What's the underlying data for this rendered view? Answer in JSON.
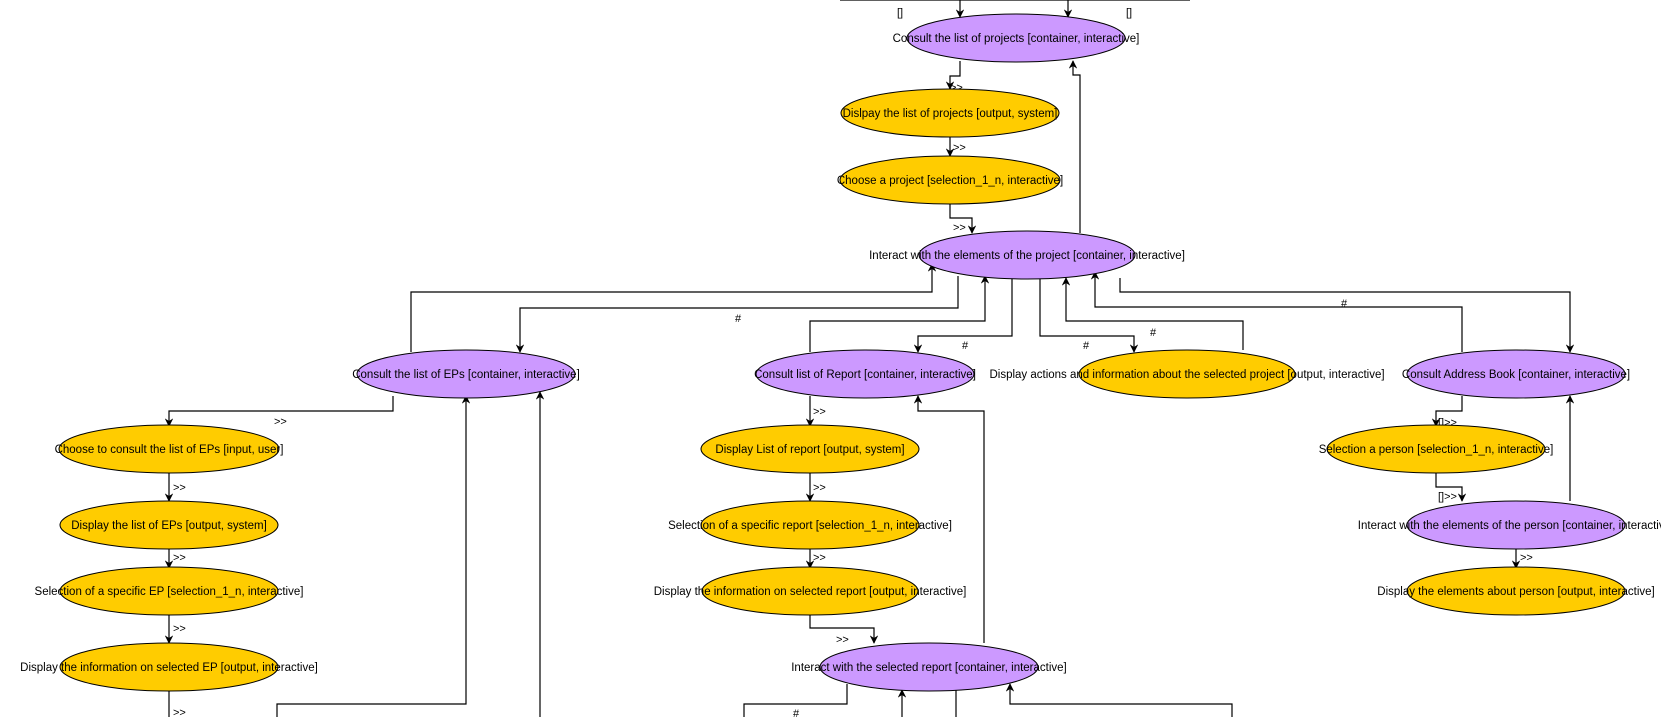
{
  "colors": {
    "container": "#CC99FF",
    "leaf": "#FFCC00",
    "stroke": "#000000"
  },
  "nodes": [
    {
      "id": "n1",
      "text": "Consult the list of projects   [container, interactive]",
      "kind": "container"
    },
    {
      "id": "n2",
      "text": "Dislpay the list of projects   [output, system]",
      "kind": "leaf"
    },
    {
      "id": "n3",
      "text": "Choose a project   [selection_1_n, interactive]",
      "kind": "leaf"
    },
    {
      "id": "n4",
      "text": "Interact with the elements of the project   [container, interactive]",
      "kind": "container"
    },
    {
      "id": "n5",
      "text": "Consult the list of EPs   [container, interactive]",
      "kind": "container"
    },
    {
      "id": "n6",
      "text": "Consult list of Report   [container, interactive]",
      "kind": "container"
    },
    {
      "id": "n7",
      "text": "Display actions and information about the selected project   [output, interactive]",
      "kind": "leaf"
    },
    {
      "id": "n8",
      "text": "Consult Address Book   [container, interactive]",
      "kind": "container"
    },
    {
      "id": "n9",
      "text": "Choose to consult the list of EPs   [input, user]",
      "kind": "leaf"
    },
    {
      "id": "n10",
      "text": "Display the list of EPs   [output, system]",
      "kind": "leaf"
    },
    {
      "id": "n11",
      "text": "Selection of a specific EP   [selection_1_n, interactive]",
      "kind": "leaf"
    },
    {
      "id": "n12",
      "text": "Display the information on selected EP   [output, interactive]",
      "kind": "leaf"
    },
    {
      "id": "n13",
      "text": "Display List of report   [output, system]",
      "kind": "leaf"
    },
    {
      "id": "n14",
      "text": "Selection of a specific report   [selection_1_n, interactive]",
      "kind": "leaf"
    },
    {
      "id": "n15",
      "text": "Display the information on selected report   [output, interactive]",
      "kind": "leaf"
    },
    {
      "id": "n16",
      "text": "Interact with the selected report   [container, interactive]",
      "kind": "container"
    },
    {
      "id": "n17",
      "text": "Selection a person   [selection_1_n, interactive]",
      "kind": "leaf"
    },
    {
      "id": "n18",
      "text": "Interact with the elements of the person   [container, interactive]",
      "kind": "container"
    },
    {
      "id": "n19",
      "text": "Display the elements about person   [output, interactive]",
      "kind": "leaf"
    }
  ],
  "edge_labels": [
    "[]",
    "[]",
    ">>",
    ">>",
    ">>",
    "#",
    "#",
    "#",
    "#",
    "#",
    ">>",
    ">>",
    ">>",
    ">>",
    ">>",
    ">>",
    ">>",
    ">>",
    ">>",
    "[]>>",
    "[]>>",
    ">>",
    "#"
  ]
}
